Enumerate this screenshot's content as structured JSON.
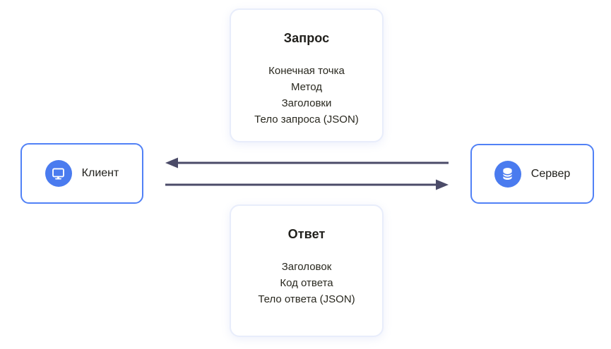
{
  "diagram": {
    "request_card": {
      "title": "Запрос",
      "items": [
        "Конечная точка",
        "Метод",
        "Заголовки",
        "Тело запроса (JSON)"
      ]
    },
    "response_card": {
      "title": "Ответ",
      "items": [
        "Заголовок",
        "Код ответа",
        "Тело ответа (JSON)"
      ]
    },
    "client_node": {
      "label": "Клиент",
      "icon": "monitor-icon"
    },
    "server_node": {
      "label": "Сервер",
      "icon": "database-icon"
    },
    "arrows": [
      {
        "name": "arrow-server-to-client",
        "direction": "left"
      },
      {
        "name": "arrow-client-to-server",
        "direction": "right"
      }
    ],
    "colors": {
      "node_border": "#5181f6",
      "icon_circle": "#4a7bef",
      "card_border": "#e8edfb",
      "arrow": "#4b4b68",
      "text": "#26251f",
      "background": "#ffffff"
    }
  }
}
